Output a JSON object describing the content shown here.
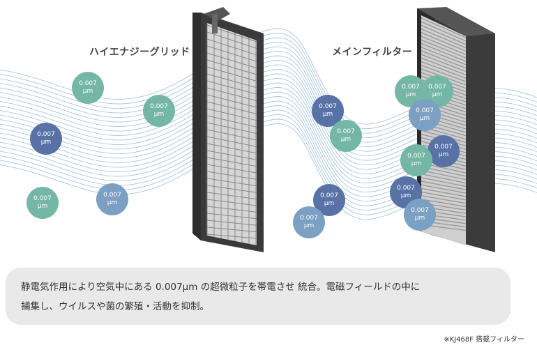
{
  "labels": {
    "left": "ハイエナジーグリッド",
    "right": "メインフィルター"
  },
  "particle": {
    "value": "0.007",
    "unit": "μm"
  },
  "colors": {
    "teal": "#74b7a7",
    "navy": "#5872a6",
    "blue": "#7c9fc4",
    "wave": "#4a88c0",
    "frame": "#333333",
    "panel": "#e9e9e9"
  },
  "description": {
    "line1": "静電気作用により空気中にある 0.007μm の超微粒子を帯電させ 統合。電磁フィールドの中に",
    "line2": "捕集し、ウイルスや菌の繁殖・活動を抑制。"
  },
  "footnote": "※KJ468F 搭載フィルター"
}
